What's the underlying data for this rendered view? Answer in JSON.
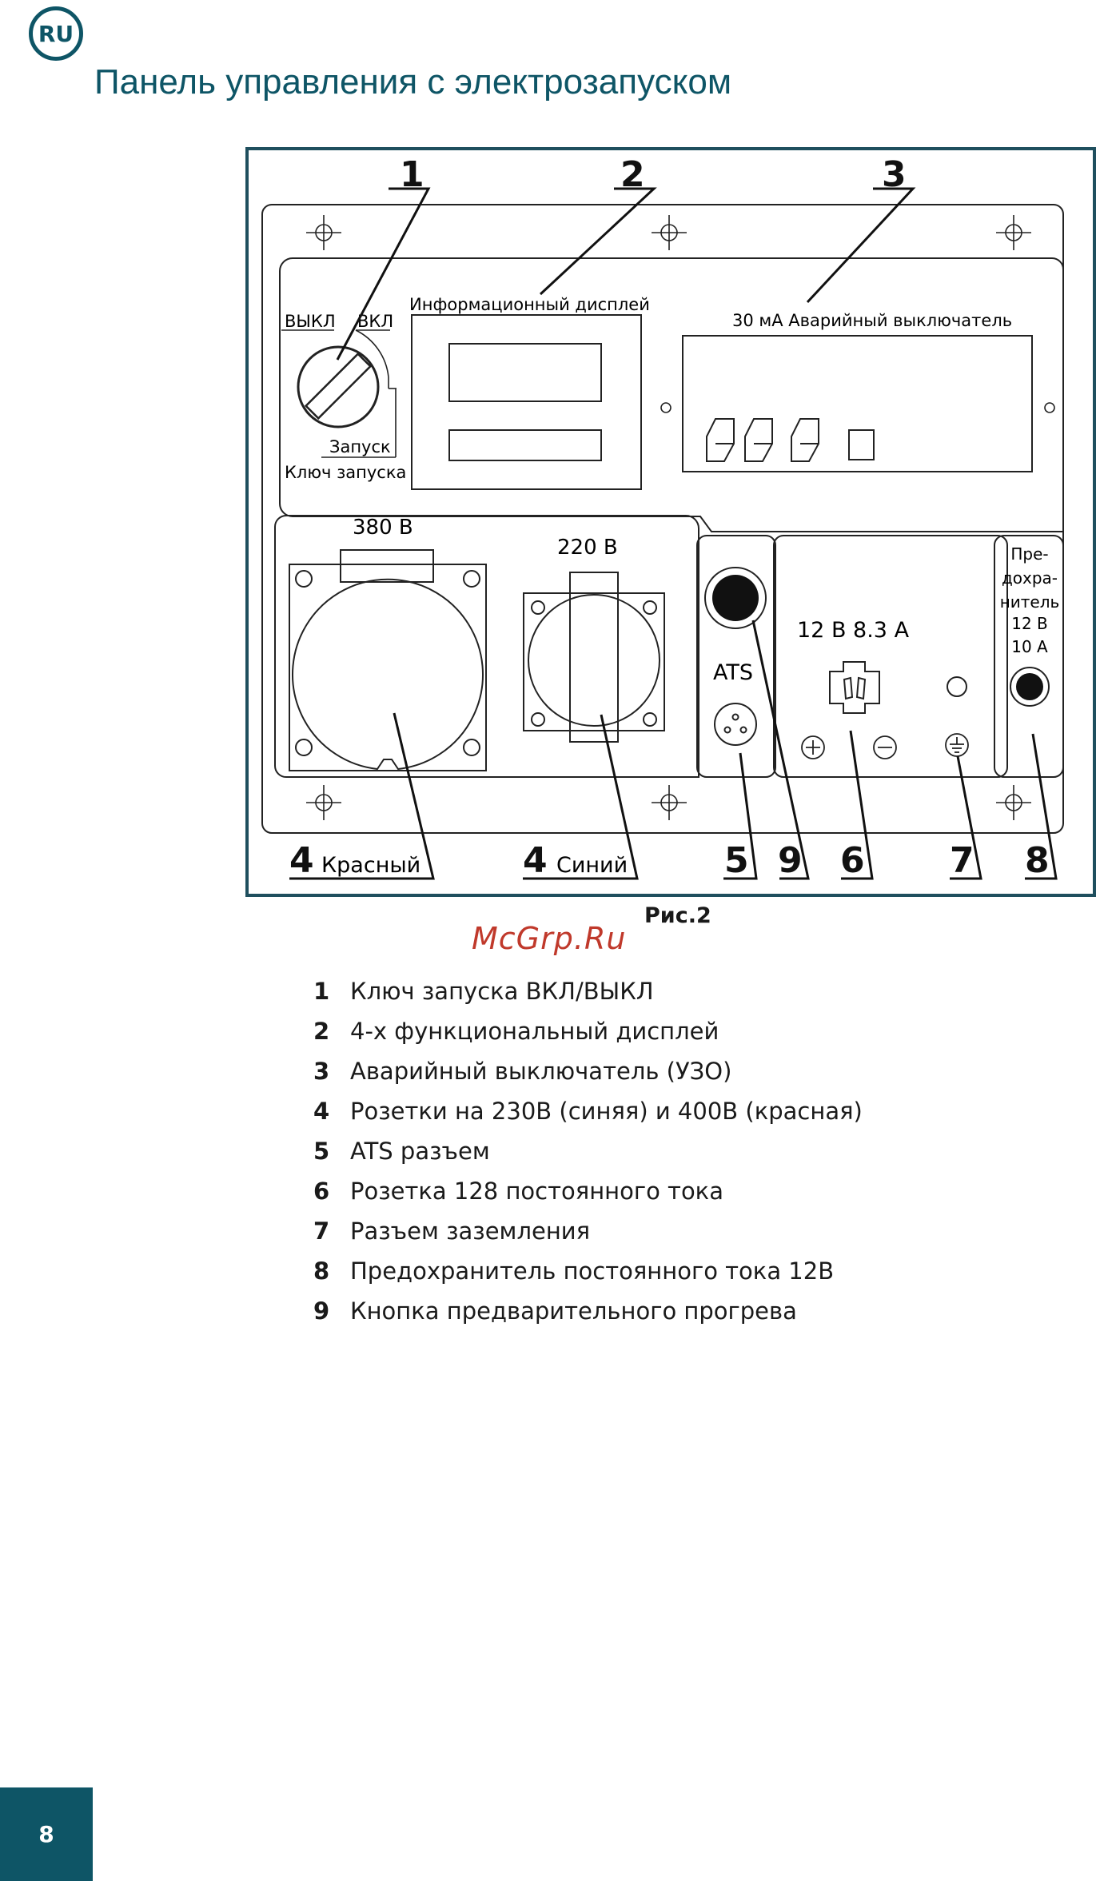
{
  "header": {
    "lang": "RU",
    "title": "Панель управления с электрозапуском"
  },
  "figure": {
    "callouts": [
      "1",
      "2",
      "3",
      "4",
      "4",
      "5",
      "9",
      "6",
      "7",
      "8"
    ],
    "key_switch": {
      "off": "ВЫКЛ",
      "on": "ВКЛ",
      "start": "Запуск",
      "caption": "Ключ запуска"
    },
    "display_label": "Информационный дисплей",
    "breaker_label": "30 мА Аварийный выключатель",
    "socket_380": "380 В",
    "socket_220": "220 В",
    "ats_label": "ATS",
    "dc_label": "12 В 8.3 А",
    "fuse_label": [
      "Пре-",
      "дохра-",
      "нитель",
      "12 В",
      "10 А"
    ],
    "red_label": "Красный",
    "blue_label": "Синий",
    "caption": "Рис.2"
  },
  "watermark": "McGrp.Ru",
  "legend": [
    {
      "num": "1",
      "text": "Ключ запуска ВКЛ/ВЫКЛ"
    },
    {
      "num": "2",
      "text": "4-х функциональный дисплей"
    },
    {
      "num": "3",
      "text": "Аварийный выключатель (УЗО)"
    },
    {
      "num": "4",
      "text": "Розетки на 230В (синяя) и 400В (красная)"
    },
    {
      "num": "5",
      "text": "ATS разъем"
    },
    {
      "num": "6",
      "text": "Розетка 128 постоянного тока"
    },
    {
      "num": "7",
      "text": "Разъем заземления"
    },
    {
      "num": "8",
      "text": "Предохранитель постоянного тока 12В"
    },
    {
      "num": "9",
      "text": "Кнопка предварительного прогрева"
    }
  ],
  "page_number": "8",
  "colors": {
    "accent": "#0e5566",
    "frame": "#1f4f5e",
    "watermark": "#c0392b"
  }
}
